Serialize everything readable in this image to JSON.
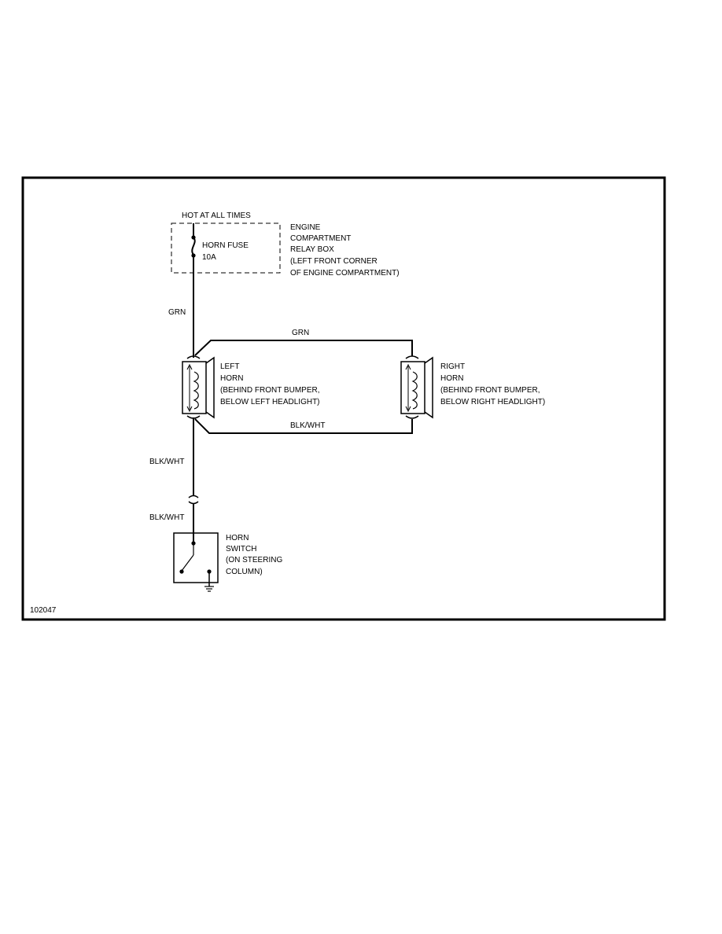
{
  "power": {
    "label": "HOT AT ALL TIMES"
  },
  "relay_box": {
    "lines": [
      "ENGINE",
      "COMPARTMENT",
      "RELAY BOX",
      "(LEFT FRONT CORNER",
      "OF ENGINE COMPARTMENT)"
    ]
  },
  "fuse": {
    "name": "HORN FUSE",
    "rating": "10A"
  },
  "wires": {
    "supply": "GRN",
    "horn_link_top": "GRN",
    "horn_link_bottom": "BLK/WHT",
    "switch_feed_upper": "BLK/WHT",
    "switch_feed_lower": "BLK/WHT"
  },
  "left_horn": {
    "lines": [
      "LEFT",
      "HORN",
      "(BEHIND FRONT BUMPER,",
      "BELOW LEFT HEADLIGHT)"
    ]
  },
  "right_horn": {
    "lines": [
      "RIGHT",
      "HORN",
      "(BEHIND FRONT BUMPER,",
      "BELOW RIGHT HEADLIGHT)"
    ]
  },
  "horn_switch": {
    "lines": [
      "HORN",
      "SWITCH",
      "(ON STEERING",
      "COLUMN)"
    ]
  },
  "figure_id": "102047"
}
